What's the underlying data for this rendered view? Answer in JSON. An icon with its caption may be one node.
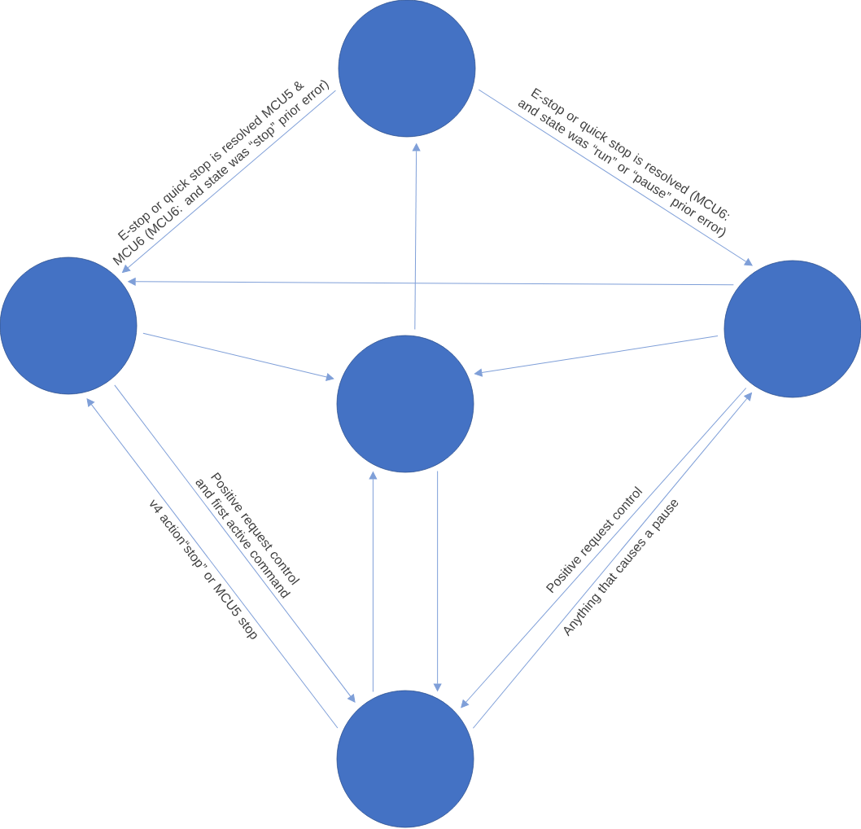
{
  "diagram": {
    "nodes": [
      {
        "text": [],
        "shape": "circle"
      },
      {
        "text": [],
        "shape": "circle"
      },
      {
        "text": [],
        "shape": "circle"
      },
      {
        "text": [],
        "shape": "circle"
      },
      {
        "text": [],
        "shape": "circle"
      }
    ],
    "edges": [
      {
        "from": 0,
        "to": 1,
        "arrow": "to",
        "label": "E-stop or quick stop is resolved MCU5 & MCU6 (MCU6: and state was “stop” prior error)"
      },
      {
        "from": 0,
        "to": 3,
        "arrow": "to",
        "label": "E-stop or quick stop is resolved (MCU6: and state was “run” or “pause” prior error)"
      },
      {
        "from": 3,
        "to": 1,
        "arrow": "to"
      },
      {
        "from": 1,
        "to": 2,
        "arrow": "to"
      },
      {
        "from": 3,
        "to": 2,
        "arrow": "to"
      },
      {
        "from": 2,
        "to": 0,
        "arrow": "to"
      },
      {
        "from": 2,
        "to": 4,
        "arrow": "to"
      },
      {
        "from": 4,
        "to": 2,
        "arrow": "to"
      },
      {
        "from": 1,
        "to": 4,
        "arrow": "to",
        "label": "Positive request control and first active command"
      },
      {
        "from": 4,
        "to": 1,
        "arrow": "to",
        "label": "v4 action“stop” or MCU5 stop"
      },
      {
        "from": 3,
        "to": 4,
        "arrow": "to",
        "label": "Positive request control"
      },
      {
        "from": 4,
        "to": 3,
        "arrow": "to",
        "label": "Anything that causes a pause"
      }
    ]
  }
}
